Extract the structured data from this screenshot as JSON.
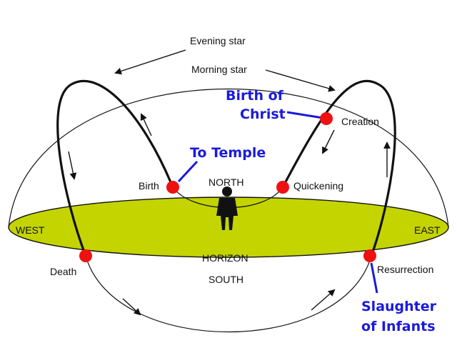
{
  "colors": {
    "horizon_fill": "#c4d400",
    "event_dot": "#ee1111",
    "annotation_blue": "#1a1adc",
    "line": "#111111"
  },
  "labels": {
    "evening_star": "Evening star",
    "morning_star": "Morning star",
    "north": "NORTH",
    "south": "SOUTH",
    "west": "WEST",
    "east": "EAST",
    "horizon": "HORIZON"
  },
  "events": {
    "birth": "Birth",
    "quickening": "Quickening",
    "creation": "Creation",
    "death": "Death",
    "resurrection": "Resurrection"
  },
  "annotations": {
    "birth_of_christ": [
      "Birth of",
      "Christ"
    ],
    "to_temple": "To Temple",
    "slaughter_of_infants": [
      "Slaughter",
      "of Infants"
    ]
  },
  "figure_icon": "standing-person-silhouette"
}
